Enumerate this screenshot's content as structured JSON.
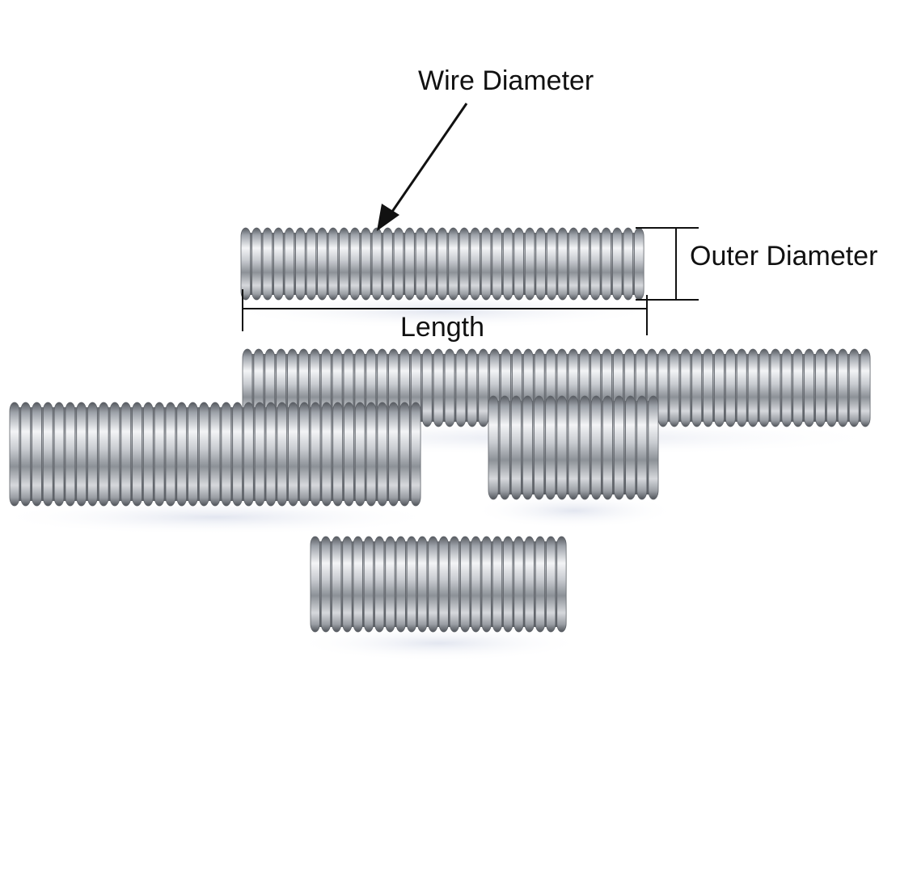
{
  "labels": {
    "wire_diameter": "Wire Diameter",
    "outer_diameter": "Outer Diameter",
    "length": "Length"
  },
  "colors": {
    "background": "#ffffff",
    "annotation": "#111111",
    "steel_light": "#f4f5f7",
    "steel_mid": "#a9adb3",
    "steel_dark": "#4d5157",
    "shadow": "#e6e9f2"
  },
  "springs": [
    {
      "id": "spring-reference",
      "coils": 37
    },
    {
      "id": "spring-long",
      "coils": 56
    },
    {
      "id": "spring-left",
      "coils": 37
    },
    {
      "id": "spring-short-right",
      "coils": 15
    },
    {
      "id": "spring-bottom",
      "coils": 24
    }
  ]
}
